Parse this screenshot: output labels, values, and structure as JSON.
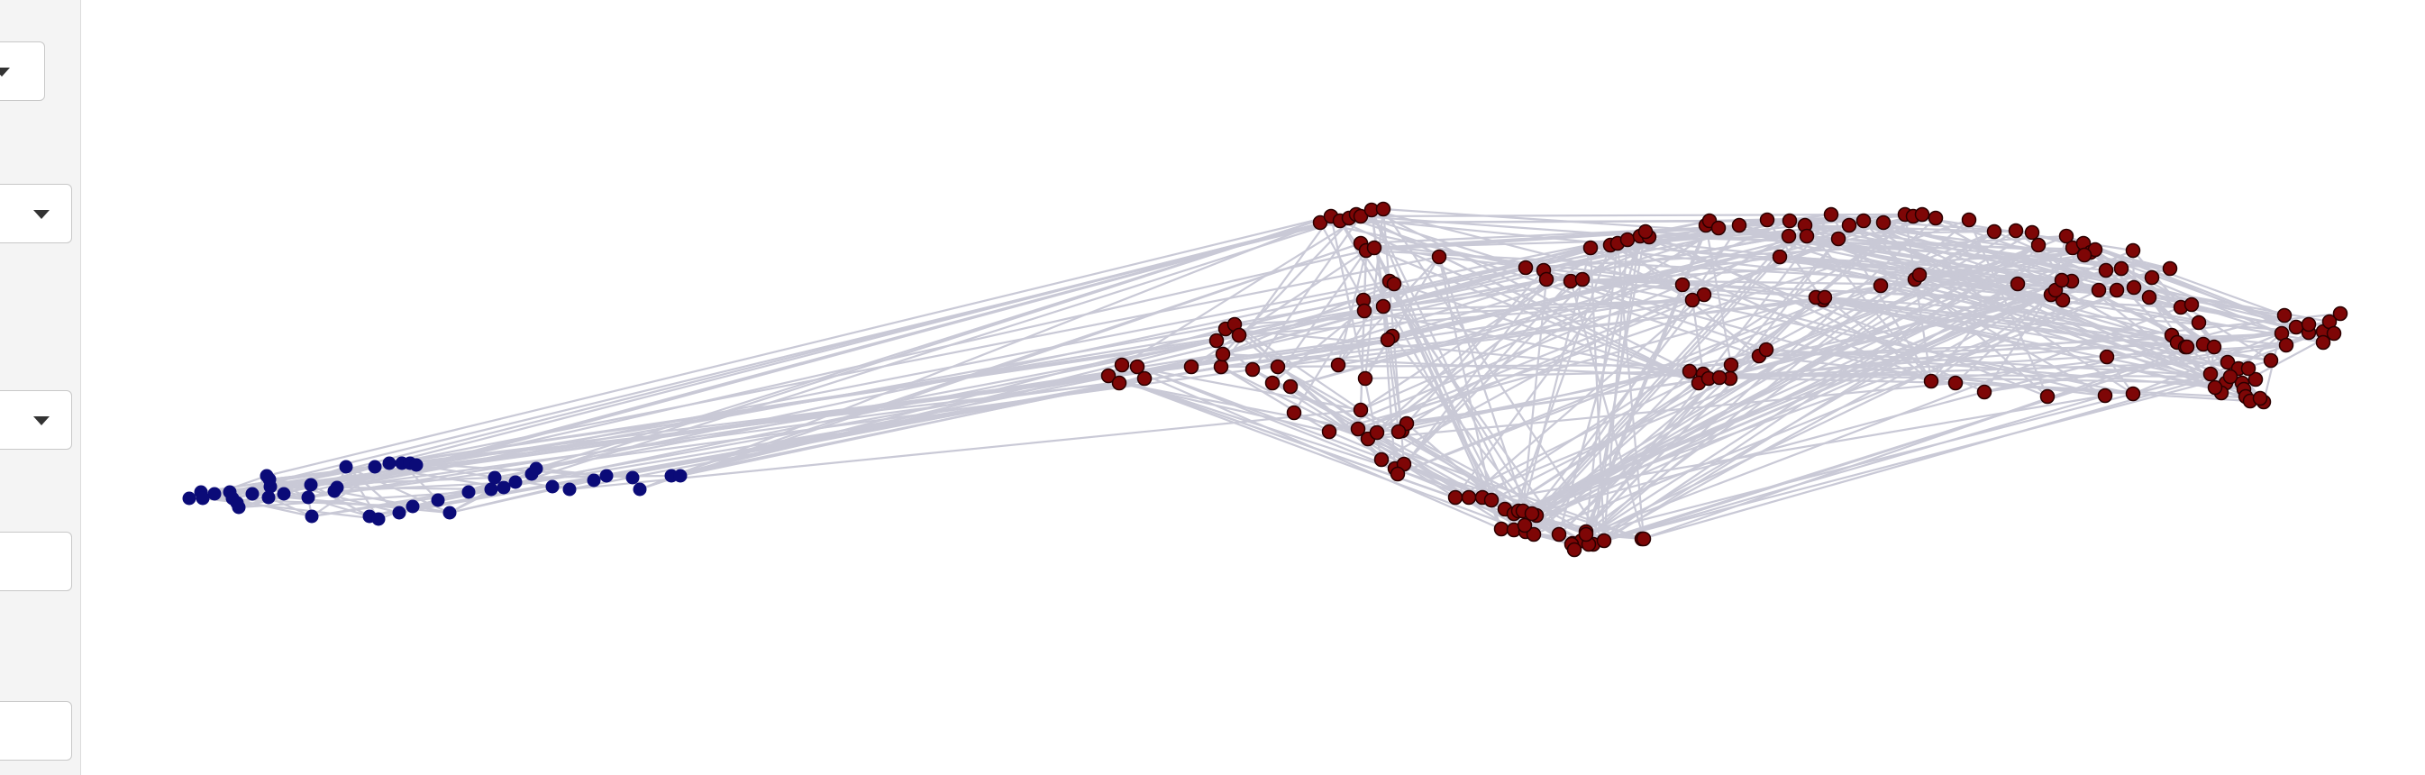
{
  "sidebar": {
    "controls": [
      {
        "kind": "dropdown"
      },
      {
        "kind": "dropdown"
      },
      {
        "kind": "dropdown"
      },
      {
        "kind": "input"
      },
      {
        "kind": "input"
      }
    ]
  },
  "graph": {
    "colors": {
      "cluster_a": "#0b0b78",
      "cluster_b": "#7e0606",
      "node_outline_b": "#2a0000",
      "edge": "#c9c9d6"
    }
  }
}
